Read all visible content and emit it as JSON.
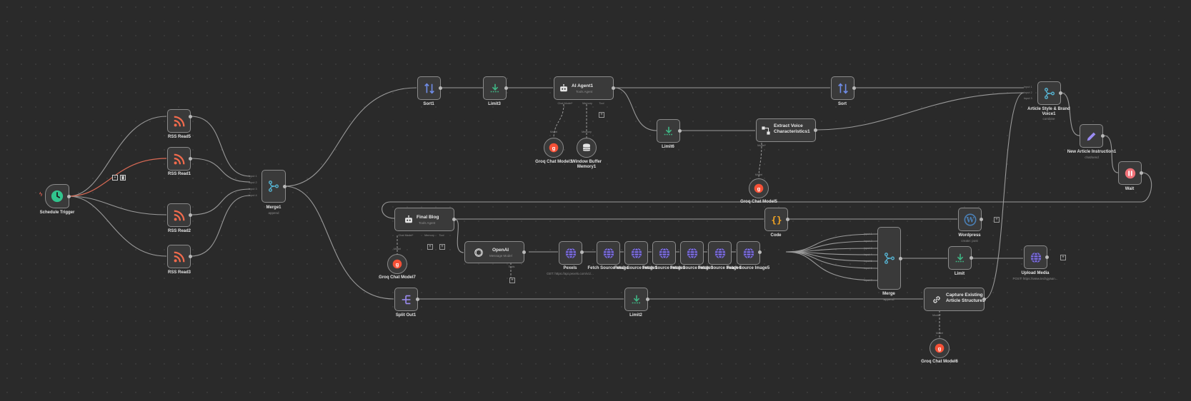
{
  "canvas": {
    "background": "#2a2a2a",
    "edge_color": "#9a9a9a",
    "edge_highlight": "#d96a55"
  },
  "nodes": {
    "schedule_trigger": {
      "label": "Schedule Trigger",
      "icon": "clock-icon"
    },
    "rss_read5": {
      "label": "RSS Read5",
      "icon": "rss-icon"
    },
    "rss_read1": {
      "label": "RSS Read1",
      "icon": "rss-icon"
    },
    "rss_read2": {
      "label": "RSS Read2",
      "icon": "rss-icon"
    },
    "rss_read3": {
      "label": "RSS Read3",
      "icon": "rss-icon"
    },
    "merge1": {
      "label": "Merge1",
      "sub": "append",
      "inputs": [
        "Input 1",
        "Input 2",
        "Input 3",
        "Input 4"
      ],
      "icon": "merge-icon"
    },
    "sort1": {
      "label": "Sort1",
      "icon": "sort-icon"
    },
    "limit3": {
      "label": "Limit3",
      "icon": "limit-icon"
    },
    "ai_agent1": {
      "title": "AI Agent1",
      "sub": "Tools Agent",
      "ports": [
        "Chat Model*",
        "Memory",
        "Tool"
      ],
      "icon": "robot-icon"
    },
    "groq_chat_model1": {
      "label": "Groq Chat Model1",
      "port": "Model",
      "icon": "groq-icon"
    },
    "window_buffer_memory1": {
      "label": "Window Buffer Memory1",
      "label_line1": "Window Buffer",
      "label_line2": "Memory1",
      "port": "Memory",
      "icon": "database-icon"
    },
    "limit6": {
      "label": "Limit6",
      "icon": "limit-icon"
    },
    "extract_voice": {
      "title_line1": "Extract Voice",
      "title_line2": "Characteristics1",
      "port": "Model*",
      "icon": "extract-icon"
    },
    "groq_chat_model5": {
      "label": "Groq Chat Model5",
      "port": "Model",
      "icon": "groq-icon"
    },
    "sort": {
      "label": "Sort",
      "icon": "sort-icon"
    },
    "article_style": {
      "label_line1": "Article Style & Brand",
      "label_line2": "Voice1",
      "sub": "combine",
      "inputs": [
        "Input 1",
        "Input 2",
        "Input 3"
      ],
      "icon": "merge-icon"
    },
    "new_article_instruction": {
      "label": "New Article Instruction1",
      "sub": "chat/send",
      "icon": "pencil-icon"
    },
    "wait": {
      "label": "Wait",
      "icon": "pause-icon"
    },
    "final_blog": {
      "title": "Final Blog",
      "sub": "Tools Agent",
      "ports": [
        "Chat Model*",
        "Memory",
        "Tool"
      ],
      "icon": "robot-icon"
    },
    "groq_chat_model7": {
      "label": "Groq Chat Model7",
      "port": "Model",
      "icon": "groq-icon"
    },
    "code": {
      "label": "Code",
      "icon": "code-icon"
    },
    "wordpress": {
      "label": "Wordpress",
      "sub": "create: post",
      "icon": "wordpress-icon"
    },
    "openai": {
      "title": "OpenAI",
      "sub": "Message Model",
      "port": "Tools",
      "icon": "openai-icon"
    },
    "pexels": {
      "label": "Pexels",
      "sub": "GET: https://api.pexels.com/v1/...",
      "icon": "globe-icon"
    },
    "fetch_images": [
      {
        "label": "Fetch Source Image"
      },
      {
        "label": "Fetch Source Image1"
      },
      {
        "label": "Fetch Source Image2"
      },
      {
        "label": "Fetch Source Image3"
      },
      {
        "label": "Fetch Source Image4"
      },
      {
        "label": "Fetch Source Image5"
      }
    ],
    "merge": {
      "label": "Merge",
      "sub": "append",
      "inputs": [
        "Input 1",
        "Input 2",
        "Input 3",
        "Input 4",
        "Input 5",
        "Input 6",
        "Input 7"
      ],
      "icon": "merge-icon"
    },
    "limit": {
      "label": "Limit",
      "icon": "limit-icon"
    },
    "upload_media": {
      "label": "Upload Media",
      "sub": "POST: https://www.techgyaan...",
      "icon": "globe-icon"
    },
    "split_out1": {
      "label": "Split Out1",
      "icon": "split-icon"
    },
    "limit2": {
      "label": "Limit2",
      "icon": "limit-icon"
    },
    "capture_existing": {
      "title_line1": "Capture Existing",
      "title_line2": "Article Structure1",
      "port": "Model*",
      "icon": "link-icon"
    },
    "groq_chat_model6": {
      "label": "Groq Chat Model6",
      "port": "Model",
      "icon": "groq-icon"
    }
  },
  "edge_buttons": {
    "add": "+",
    "delete": "🗑"
  }
}
